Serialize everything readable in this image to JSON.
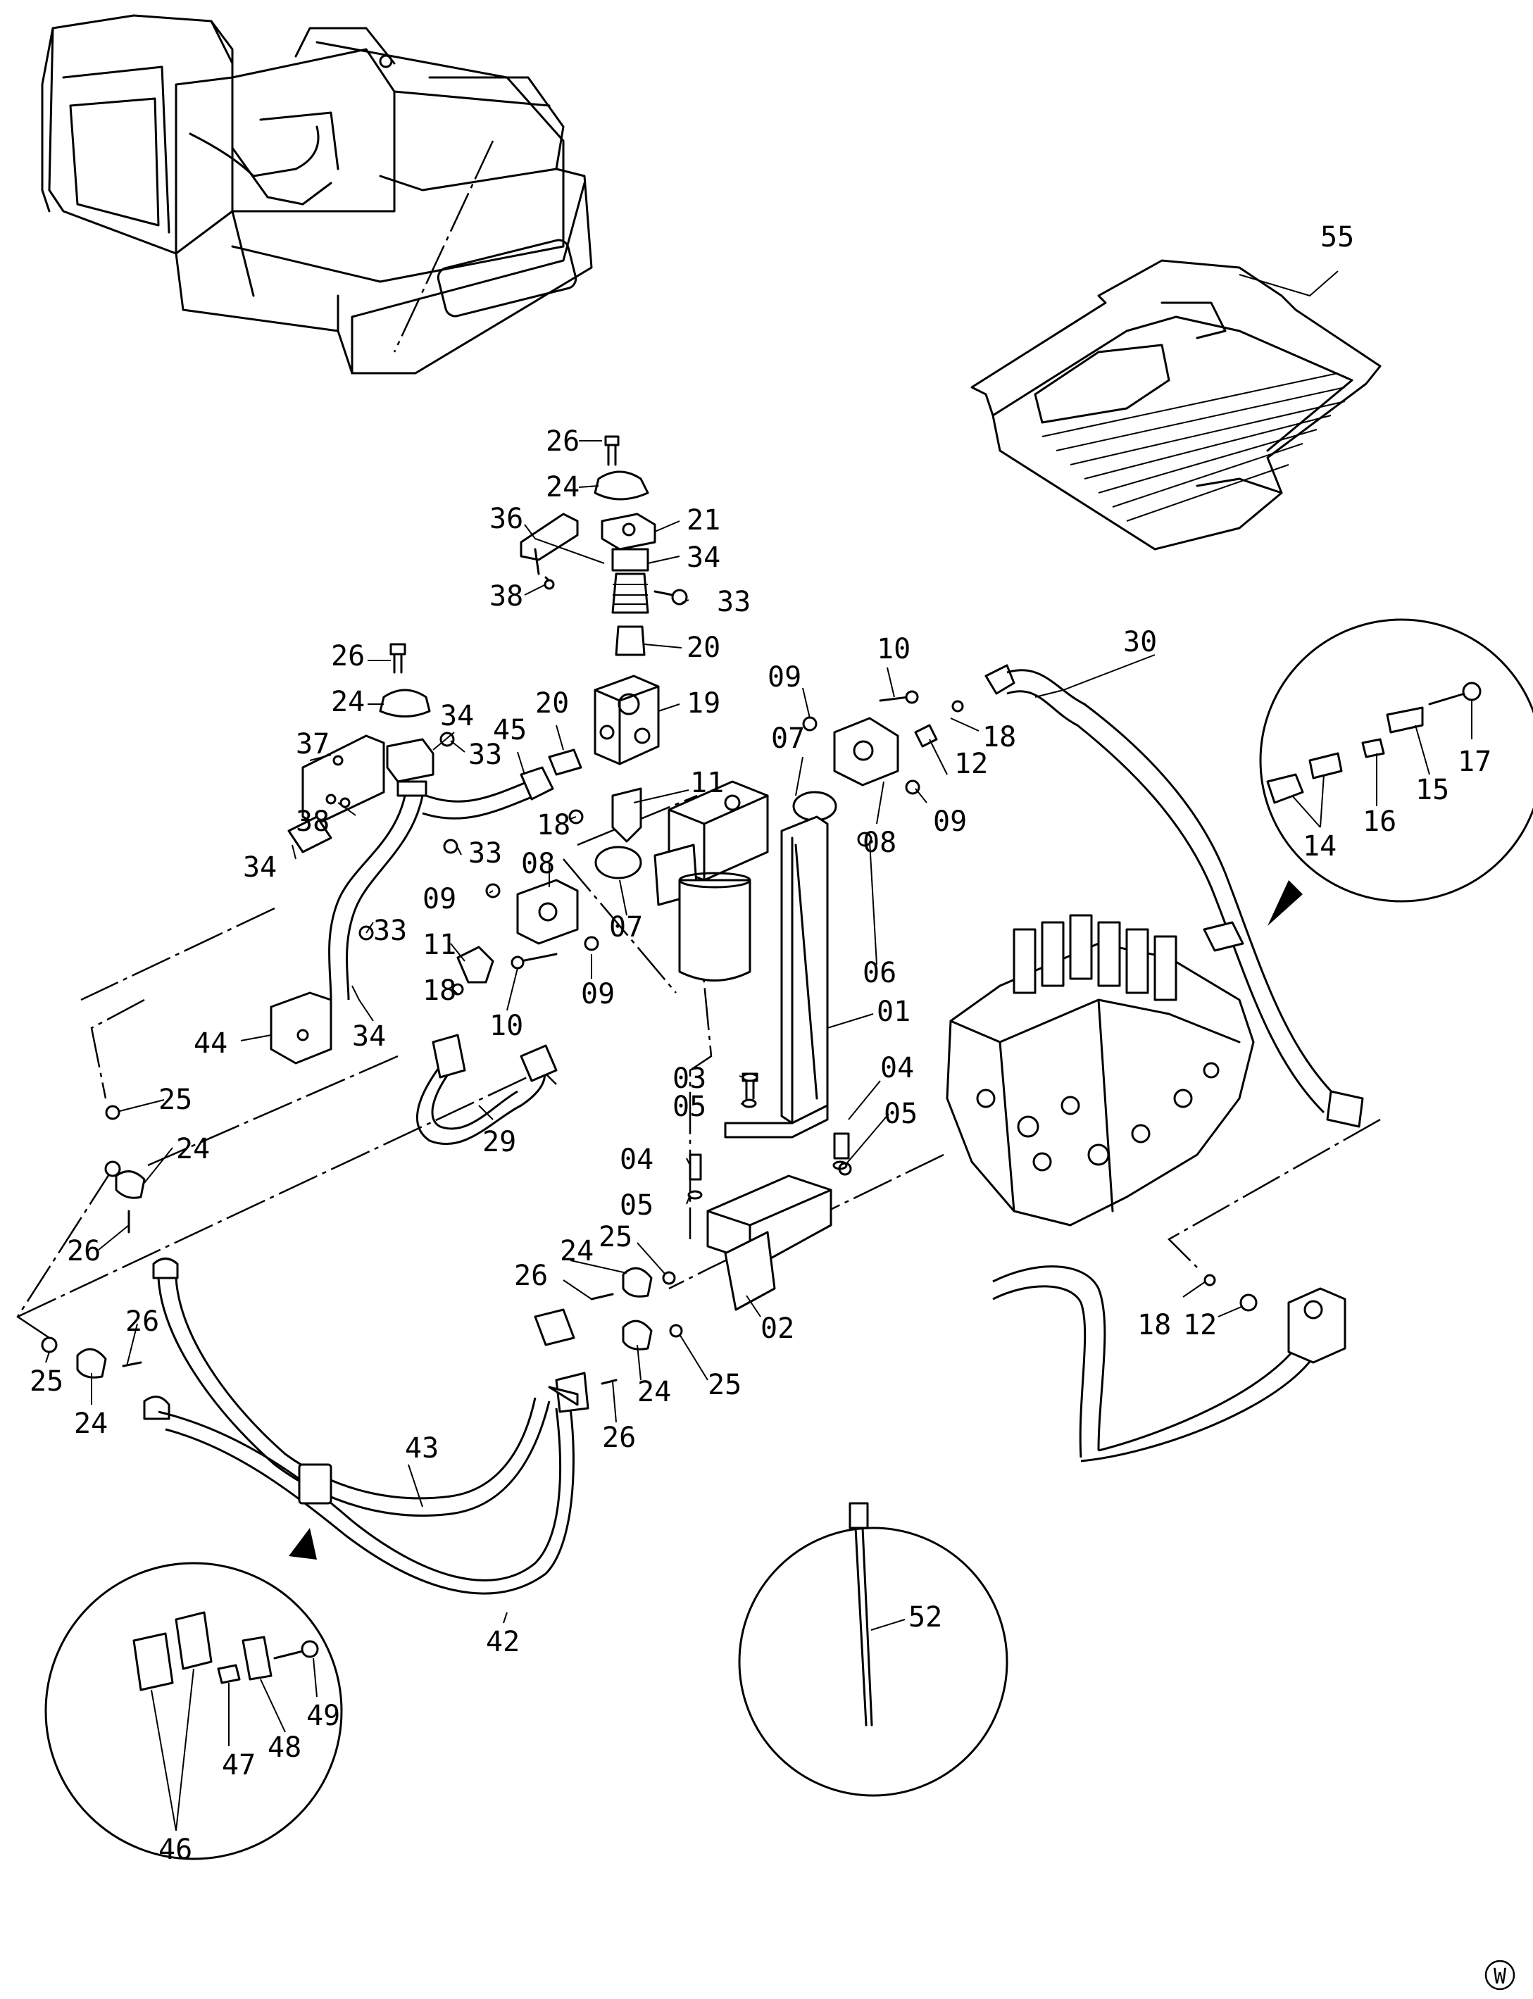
{
  "callouts": [
    {
      "id": "c55",
      "text": "55"
    },
    {
      "id": "c26a",
      "text": "26"
    },
    {
      "id": "c24a",
      "text": "24"
    },
    {
      "id": "c36",
      "text": "36"
    },
    {
      "id": "c21",
      "text": "21"
    },
    {
      "id": "c34a",
      "text": "34"
    },
    {
      "id": "c38a",
      "text": "38"
    },
    {
      "id": "c33a",
      "text": "33"
    },
    {
      "id": "c20a",
      "text": "20"
    },
    {
      "id": "c26b",
      "text": "26"
    },
    {
      "id": "c24b",
      "text": "24"
    },
    {
      "id": "c37",
      "text": "37"
    },
    {
      "id": "c34b",
      "text": "34"
    },
    {
      "id": "c45",
      "text": "45"
    },
    {
      "id": "c20b",
      "text": "20"
    },
    {
      "id": "c19",
      "text": "19"
    },
    {
      "id": "c33b",
      "text": "33"
    },
    {
      "id": "c11a",
      "text": "11"
    },
    {
      "id": "c09a",
      "text": "09"
    },
    {
      "id": "c10a",
      "text": "10"
    },
    {
      "id": "c18a",
      "text": "18"
    },
    {
      "id": "c30",
      "text": "30"
    },
    {
      "id": "c07a",
      "text": "07"
    },
    {
      "id": "c12a",
      "text": "12"
    },
    {
      "id": "c09b",
      "text": "09"
    },
    {
      "id": "c08a",
      "text": "08"
    },
    {
      "id": "c38b",
      "text": "38"
    },
    {
      "id": "c18b",
      "text": "18"
    },
    {
      "id": "c34c",
      "text": "34"
    },
    {
      "id": "c33c",
      "text": "33"
    },
    {
      "id": "c08b",
      "text": "08"
    },
    {
      "id": "c09c",
      "text": "09"
    },
    {
      "id": "c07b",
      "text": "07"
    },
    {
      "id": "c06",
      "text": "06"
    },
    {
      "id": "c33d",
      "text": "33"
    },
    {
      "id": "c11b",
      "text": "11"
    },
    {
      "id": "c34d",
      "text": "34"
    },
    {
      "id": "c18c",
      "text": "18"
    },
    {
      "id": "c10b",
      "text": "10"
    },
    {
      "id": "c09d",
      "text": "09"
    },
    {
      "id": "c44",
      "text": "44"
    },
    {
      "id": "c03",
      "text": "03"
    },
    {
      "id": "c01",
      "text": "01"
    },
    {
      "id": "c05a",
      "text": "05"
    },
    {
      "id": "c04a",
      "text": "04"
    },
    {
      "id": "c05b",
      "text": "05"
    },
    {
      "id": "c29",
      "text": "29"
    },
    {
      "id": "c25a",
      "text": "25"
    },
    {
      "id": "c24c",
      "text": "24"
    },
    {
      "id": "c04b",
      "text": "04"
    },
    {
      "id": "c05c",
      "text": "05"
    },
    {
      "id": "c26c",
      "text": "26"
    },
    {
      "id": "c24d",
      "text": "24"
    },
    {
      "id": "c25b",
      "text": "25"
    },
    {
      "id": "c26d",
      "text": "26"
    },
    {
      "id": "c02",
      "text": "02"
    },
    {
      "id": "c18d",
      "text": "18"
    },
    {
      "id": "c12b",
      "text": "12"
    },
    {
      "id": "c26e",
      "text": "26"
    },
    {
      "id": "c25c",
      "text": "25"
    },
    {
      "id": "c24e",
      "text": "24"
    },
    {
      "id": "c25d",
      "text": "25"
    },
    {
      "id": "c24f",
      "text": "24"
    },
    {
      "id": "c26f",
      "text": "26"
    },
    {
      "id": "c43",
      "text": "43"
    },
    {
      "id": "c42",
      "text": "42"
    },
    {
      "id": "c52",
      "text": "52"
    },
    {
      "id": "c14",
      "text": "14"
    },
    {
      "id": "c16",
      "text": "16"
    },
    {
      "id": "c15",
      "text": "15"
    },
    {
      "id": "c17",
      "text": "17"
    },
    {
      "id": "c49",
      "text": "49"
    },
    {
      "id": "c48",
      "text": "48"
    },
    {
      "id": "c47",
      "text": "47"
    },
    {
      "id": "c46",
      "text": "46"
    }
  ],
  "corner_mark": "W"
}
